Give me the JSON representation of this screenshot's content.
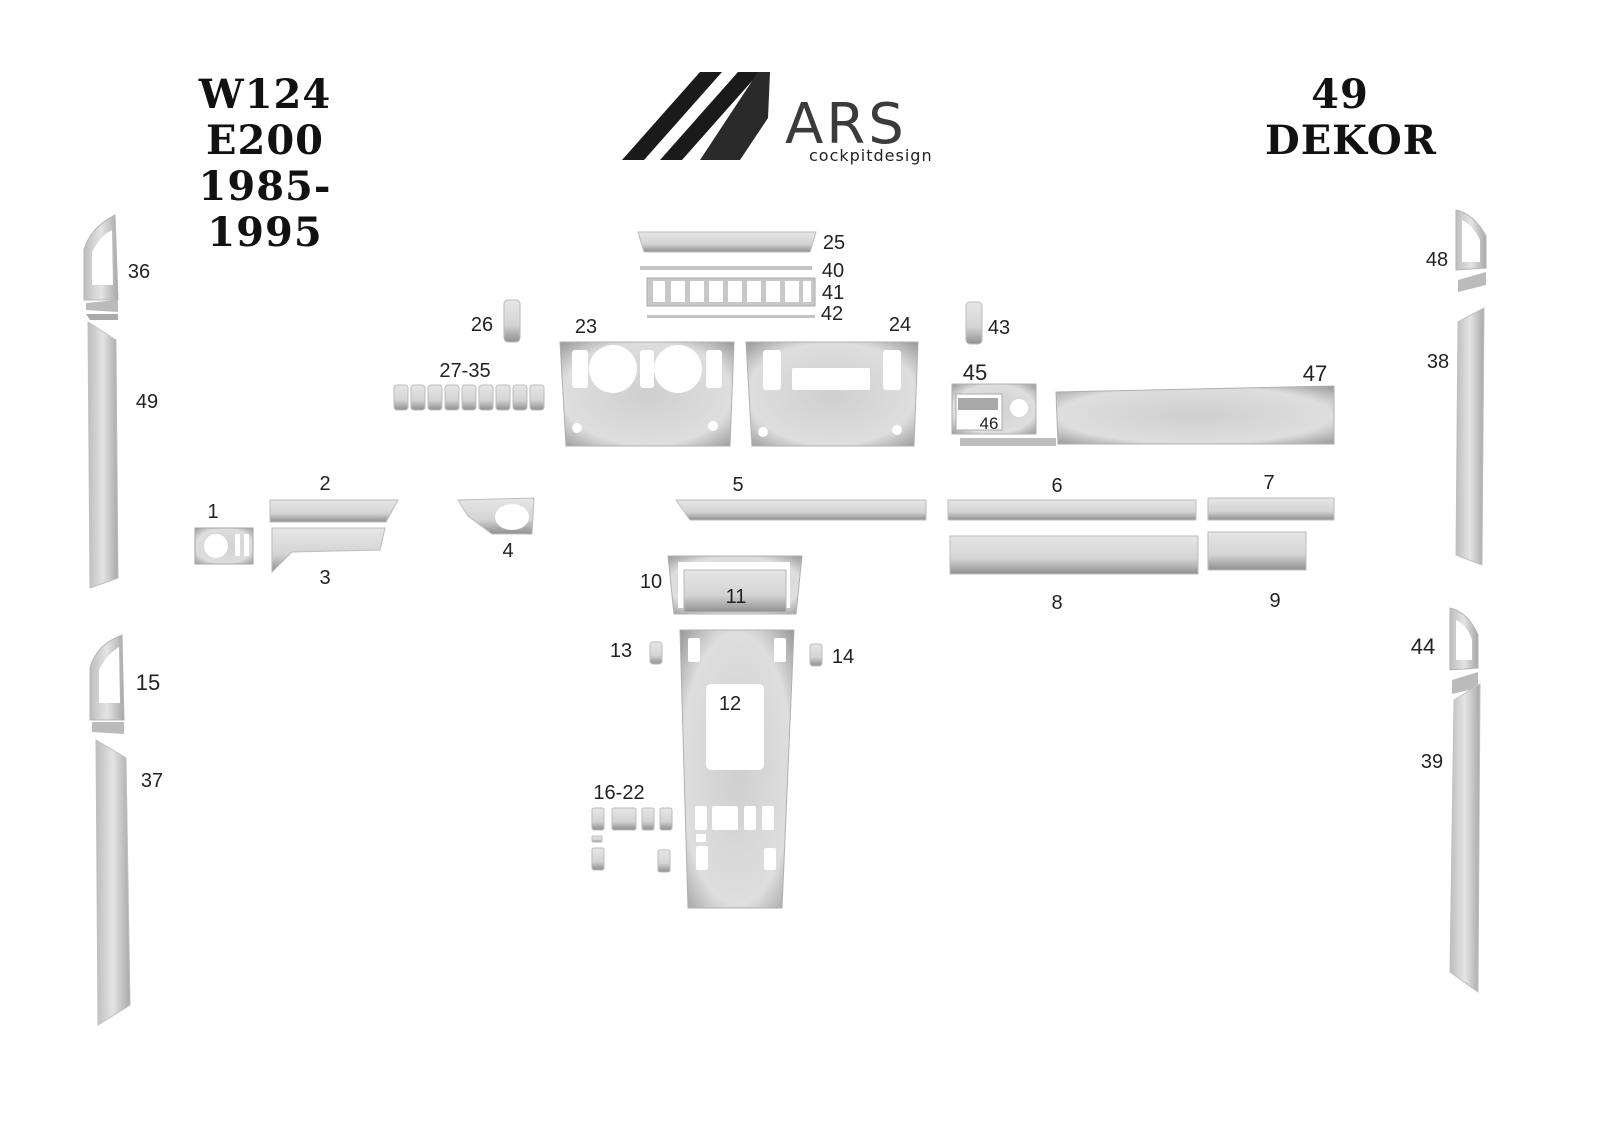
{
  "header": {
    "model_line1": "W124 E200",
    "model_line2": "1985-1995",
    "count": "49",
    "count_label": "DEKOR"
  },
  "logo": {
    "word": "ARS",
    "subtitle": "cockpitdesign"
  },
  "part_labels": {
    "p1": "1",
    "p2": "2",
    "p3": "3",
    "p4": "4",
    "p5": "5",
    "p6": "6",
    "p7": "7",
    "p8": "8",
    "p9": "9",
    "p10": "10",
    "p11": "11",
    "p12": "12",
    "p13": "13",
    "p14": "14",
    "p15": "15",
    "p16_22": "16-22",
    "p23": "23",
    "p24": "24",
    "p25": "25",
    "p26": "26",
    "p27_35": "27-35",
    "p36": "36",
    "p37": "37",
    "p38": "38",
    "p39": "39",
    "p40": "40",
    "p41": "41",
    "p42": "42",
    "p43": "43",
    "p44": "44",
    "p45": "45",
    "p46": "46",
    "p47": "47",
    "p48": "48",
    "p49": "49"
  },
  "colors": {
    "part_fill": "#dcdcdc",
    "part_shade": "#9a9a9a",
    "logo_dark": "#1a1a1a",
    "text": "#222222"
  }
}
